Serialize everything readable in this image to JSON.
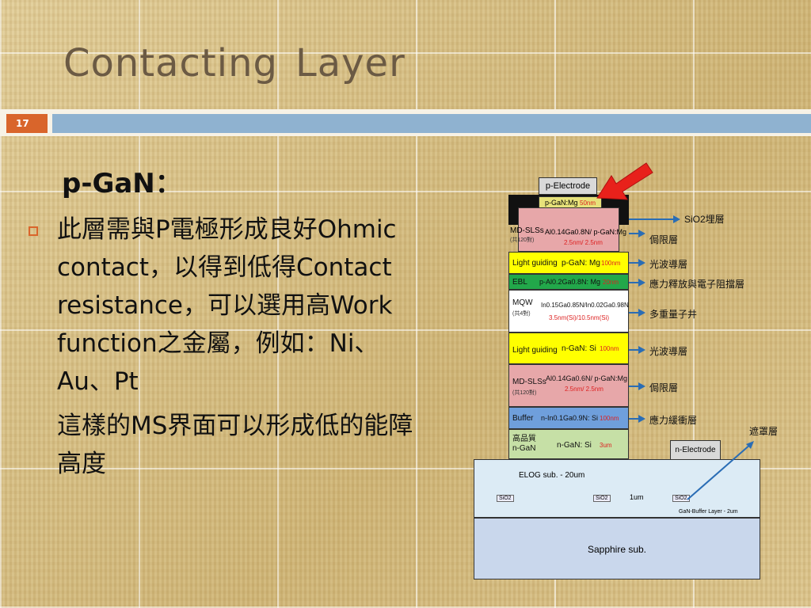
{
  "slide": {
    "title_1": "Contacting",
    "title_2": "Layer",
    "number": "17",
    "subtitle": "p-GaN：",
    "paragraph_1": "此層需與P電極形成良好Ohmic contact，以得到低得Contact resistance，可以選用高Work function之金屬，例如：Ni、Au、Pt",
    "paragraph_2": "這樣的MS界面可以形成低的能障高度"
  },
  "diagram": {
    "p_electrode": "p-Electrode",
    "p_gan_top": "p-GaN:Mg",
    "p_gan_top_thk": "50nm",
    "layers": [
      {
        "name": "MD-SLSs",
        "sub": "(共120對)",
        "material": "Al0.14Ga0.8N/ p-GaN:Mg",
        "thk": "2.5nm/ 2.5nm",
        "desc": "侷限層"
      },
      {
        "name": "Light guiding",
        "material": "p-GaN: Mg",
        "thk": "100nm",
        "desc": "光波導層"
      },
      {
        "name": "EBL",
        "material": "p-Al0.2Ga0.8N: Mg",
        "thk": "20nm",
        "desc": "應力釋放與電子阻擋層"
      },
      {
        "name": "MQW",
        "sub": "(共4對)",
        "material": "In0.15Ga0.85N/In0.02Ga0.98N",
        "thk": "3.5nm(Si)/10.5nm(Si)",
        "desc": "多重量子井"
      },
      {
        "name": "Light guiding",
        "material": "n-GaN: Si",
        "thk": "100nm",
        "desc": "光波導層"
      },
      {
        "name": "MD-SLSs",
        "sub": "(共120對)",
        "material": "Al0.14Ga0.6N/ p-GaN:Mg",
        "thk": "2.5nm/ 2.5nm",
        "desc": "侷限層"
      },
      {
        "name": "Buffer",
        "material": "n-In0.1Ga0.9N: Si",
        "thk": "100nm",
        "desc": "應力緩衝層"
      },
      {
        "name": "高品質 n-GaN",
        "material": "n-GaN: Si",
        "thk": "3um",
        "desc": ""
      }
    ],
    "sio2_bury": "SiO2埋層",
    "mask_layer": "遮罩層",
    "n_electrode": "n-Electrode",
    "elog": "ELOG sub. - 20um",
    "sio2": "SiO2",
    "one_um": "1um",
    "buffer_layer": "GaN-Buffer Layer - 2um",
    "sapphire": "Sapphire sub.",
    "colors": {
      "md_sls": "#e7a7a9",
      "light_guiding": "#ffff00",
      "ebl": "#22a84a",
      "mqw": "#ffffff",
      "buffer": "#6f9fdc",
      "n_gan": "#c6e0a6",
      "elog": "#dcebf5",
      "sapphire": "#c9d7ec",
      "arrow": "#2a6db5",
      "pointer": "#e8211b"
    }
  }
}
